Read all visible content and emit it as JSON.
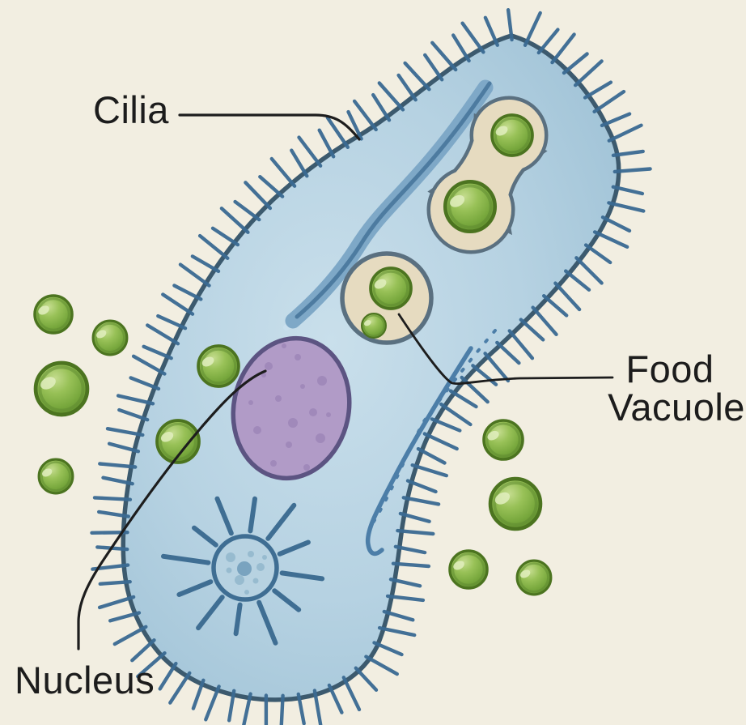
{
  "diagram": {
    "labels": {
      "cilia": "Cilia",
      "food_vacuole_line1": "Food",
      "food_vacuole_line2": "Vacuole",
      "nucleus": "Nucleus"
    },
    "colors": {
      "background": "#f2eee1",
      "cell_fill": "#b6d2e2",
      "cell_membrane": "#3c5a6e",
      "cilia_stroke": "#3a6a92",
      "oral_groove_band": "#7ea8c7",
      "oral_groove_edge": "#4d7ba0",
      "inner_fold_line": "#4c7ea8",
      "vacuole_fill": "#e6dbc0",
      "vacuole_outline": "#5a7080",
      "nucleus_fill": "#b19bc7",
      "nucleus_outline": "#5c5482",
      "nucleus_speckle": "#9b83b6",
      "contractile_vacuole_stroke": "#3f6e93",
      "food_particle_fill": "#8ab648",
      "food_particle_outline": "#4c7420",
      "leader_line": "#1d1d1d",
      "label_text": "#1c1c1c"
    }
  }
}
